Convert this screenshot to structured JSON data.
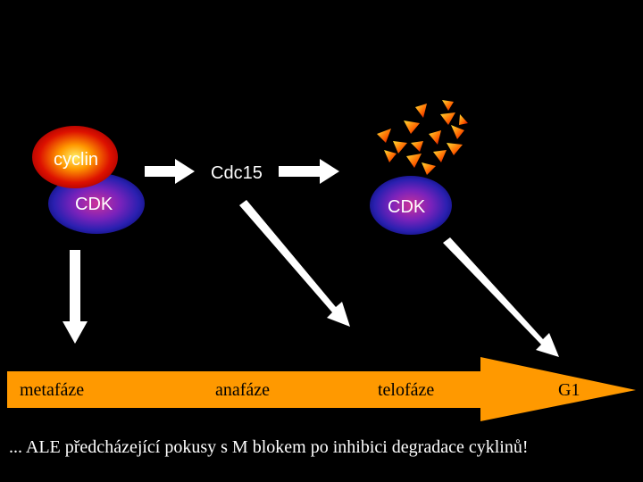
{
  "nodes": {
    "cyclin": "cyclin",
    "cdk_left": "CDK",
    "cdc15": "Cdc15",
    "cdk_right": "CDK"
  },
  "phases": [
    "metafáze",
    "anafáze",
    "telofáze",
    "G1"
  ],
  "footnote": "... ALE předcházející pokusy s M blokem po inhibici degradace cyklinů!",
  "colors": {
    "background": "#000000",
    "timeline_arrow": "#ff9900",
    "arrow_fill": "#ffffff",
    "cdk_core": "#6a1fb8",
    "cdk_edge": "#1a1aa0",
    "cyclin_core": "#ffcc00",
    "cyclin_edge": "#cc0000"
  }
}
